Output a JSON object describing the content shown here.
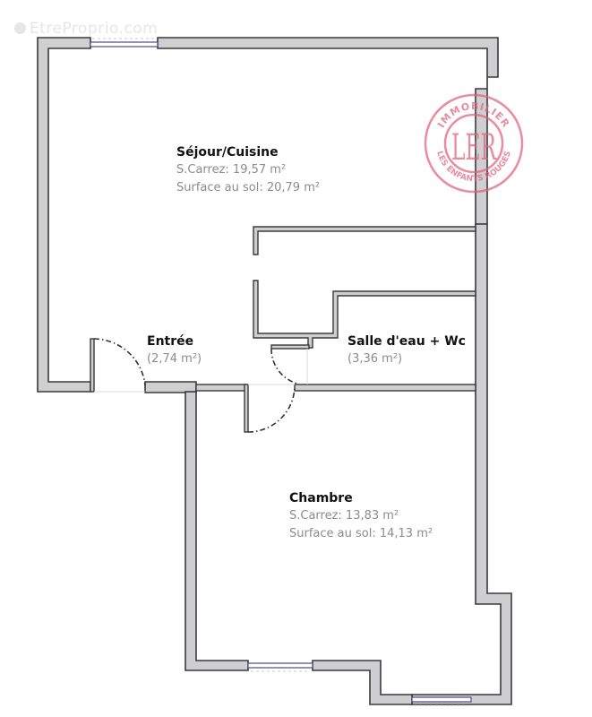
{
  "watermark": {
    "text": "EtreProprio.com",
    "icon": "camera-logo-icon"
  },
  "logo": {
    "top_text": "IMMOBILIER",
    "bottom_text": "LES ENFANTS ROUGES",
    "monogram": "LER",
    "color": "#e0607a"
  },
  "rooms": [
    {
      "name": "Séjour/Cuisine",
      "carrez": "S.Carrez: 19,57 m²",
      "sol": "Surface au sol: 20,79 m²"
    },
    {
      "name": "Entrée",
      "area": "(2,74 m²)"
    },
    {
      "name": "Salle d'eau + Wc",
      "area": "(3,36 m²)"
    },
    {
      "name": "Chambre",
      "carrez": "S.Carrez: 13,83 m²",
      "sol": "Surface au sol: 14,13 m²"
    }
  ],
  "colors": {
    "wall_fill": "#cfcfd2",
    "wall_stroke": "#3a3a3a",
    "window_frame": "#4a4a8a"
  }
}
